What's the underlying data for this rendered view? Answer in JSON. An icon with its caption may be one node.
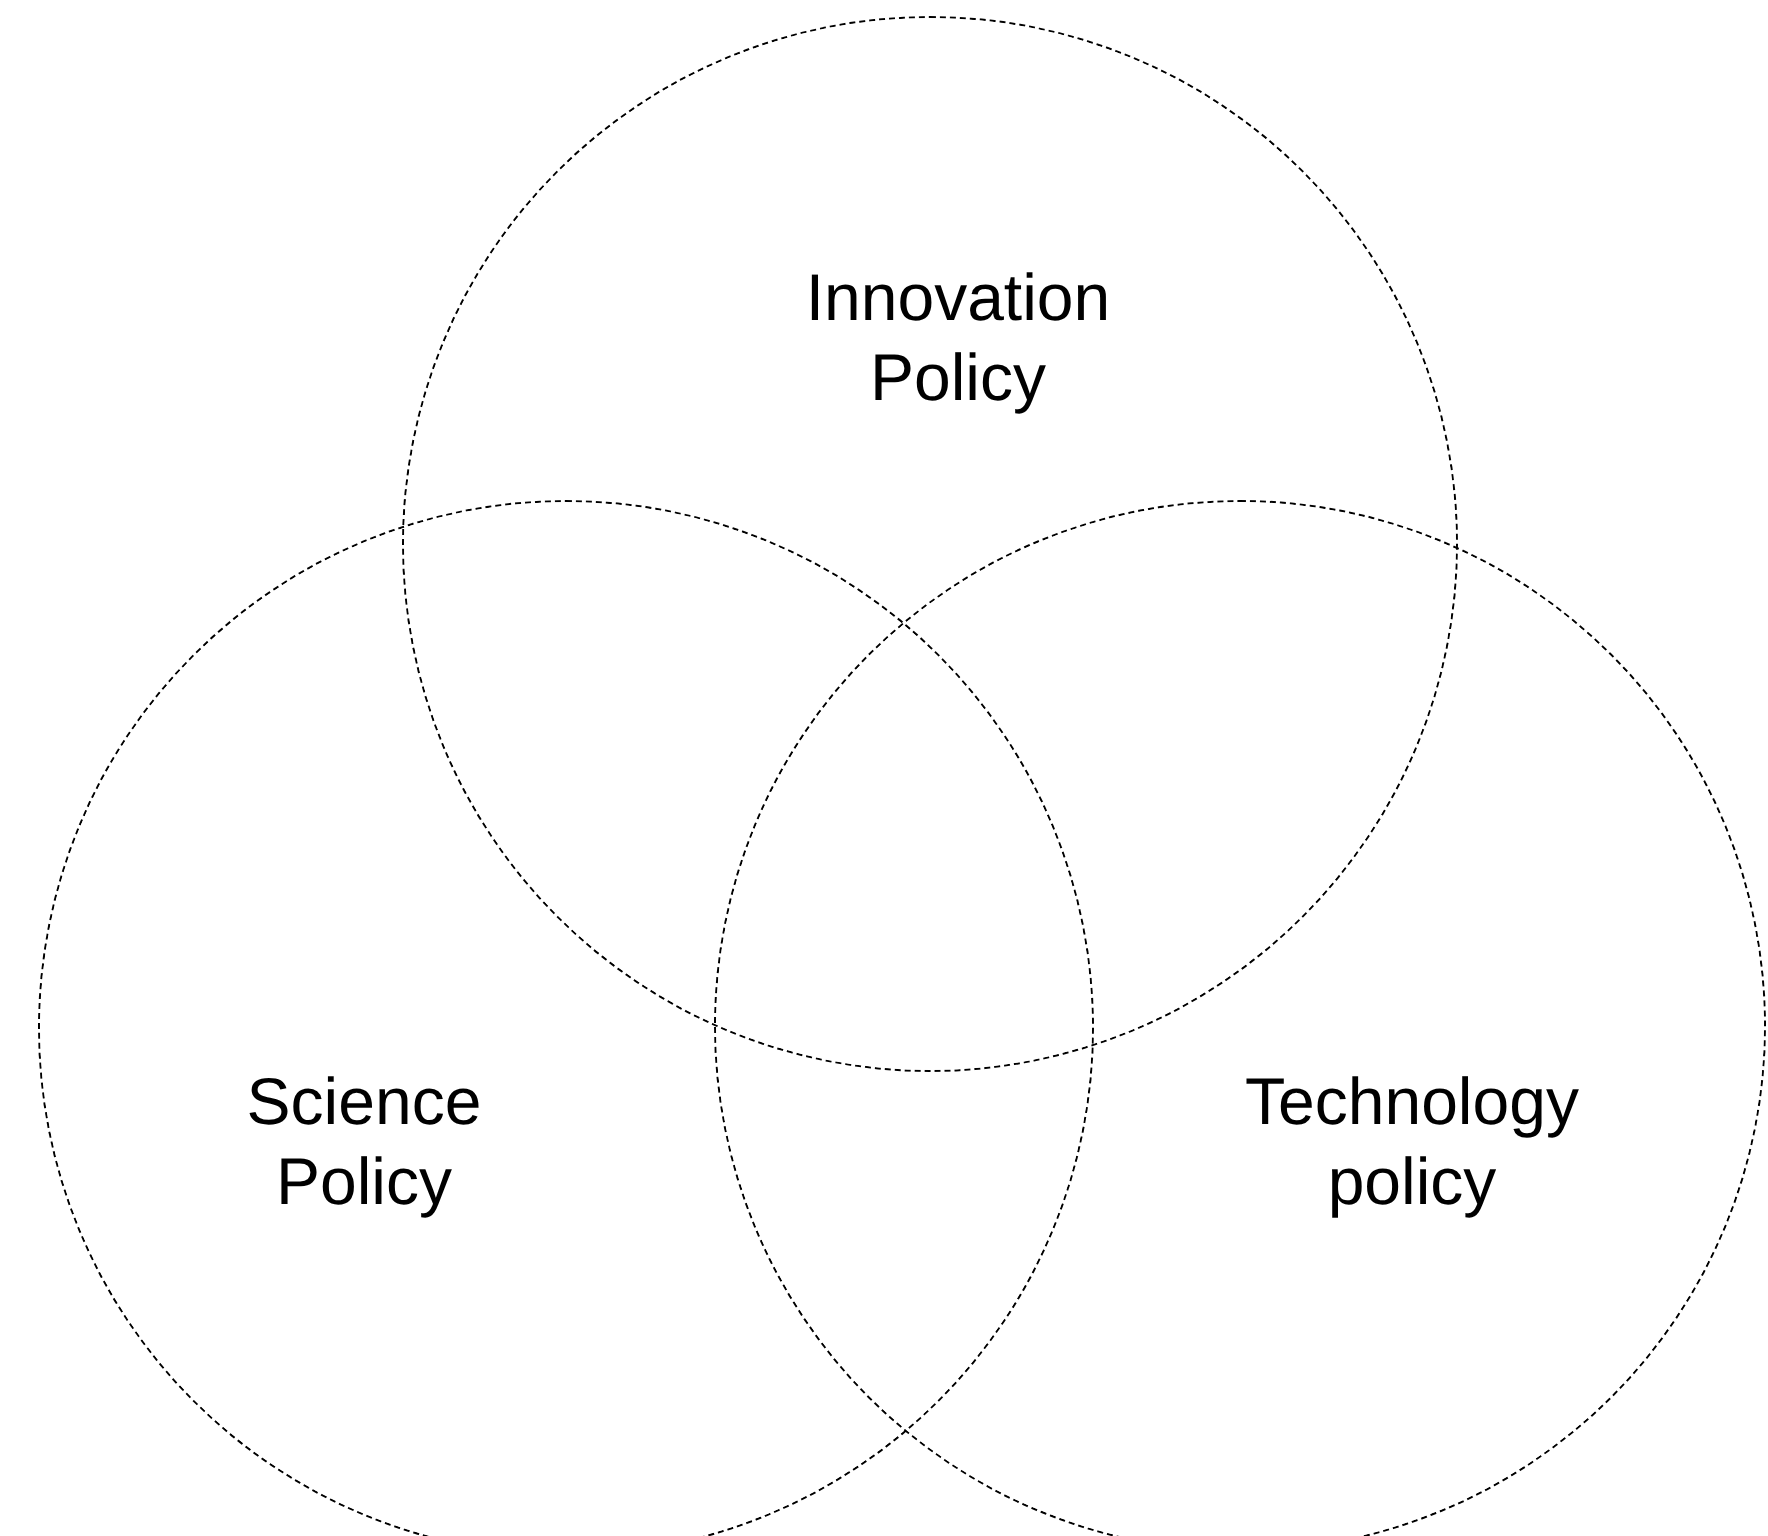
{
  "diagram": {
    "nodes": [
      {
        "text": [
          "Innovation Policy"
        ]
      },
      {
        "text": [
          "Science Policy"
        ]
      },
      {
        "text": [
          "Technology policy"
        ]
      }
    ]
  }
}
